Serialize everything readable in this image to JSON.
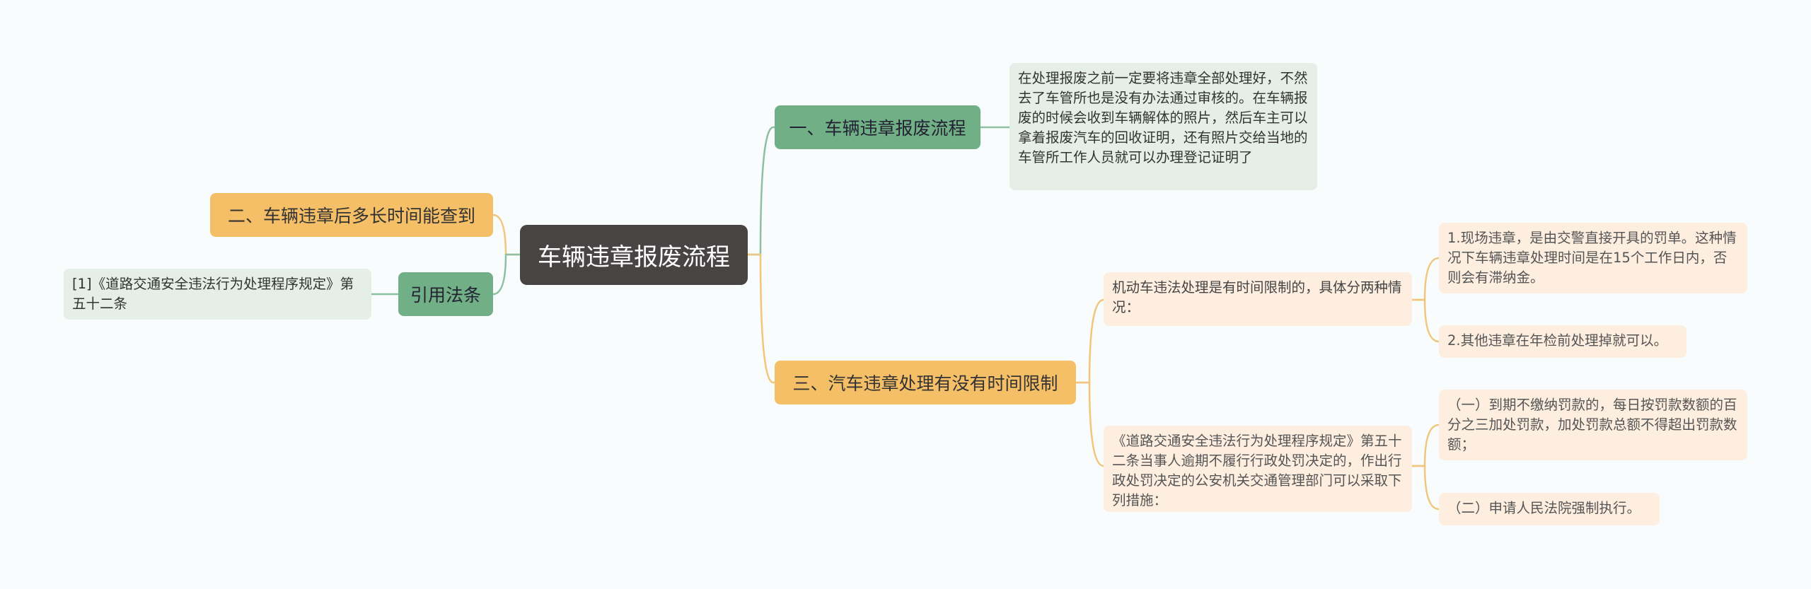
{
  "root": {
    "label": "车辆违章报废流程"
  },
  "branches": {
    "b1": {
      "label": "一、车辆违章报废流程",
      "note": "在处理报废之前一定要将违章全部处理好，不然去了车管所也是没有办法通过审核的。在车辆报废的时候会收到车辆解体的照片，然后车主可以拿着报废汽车的回收证明，还有照片交给当地的车管所工作人员就可以办理登记证明了"
    },
    "b2": {
      "label": "二、车辆违章后多长时间能查到"
    },
    "b3": {
      "label": "引用法条",
      "note": "[1]《道路交通安全违法行为处理程序规定》第五十二条"
    },
    "b4": {
      "label": "三、汽车违章处理有没有时间限制",
      "sub1": {
        "label": "机动车违法处理是有时间限制的，具体分两种情况：",
        "items": [
          "1.现场违章，是由交警直接开具的罚单。这种情况下车辆违章处理时间是在15个工作日内，否则会有滞纳金。",
          "2.其他违章在年检前处理掉就可以。"
        ]
      },
      "sub2": {
        "label": "《道路交通安全违法行为处理程序规定》第五十二条当事人逾期不履行行政处罚决定的，作出行政处罚决定的公安机关交通管理部门可以采取下列措施：",
        "items": [
          "（一）到期不缴纳罚款的，每日按罚款数额的百分之三加处罚款，加处罚款总额不得超出罚款数额；",
          "（二）申请人民法院强制执行。"
        ]
      }
    }
  },
  "colors": {
    "green_branch": "#71b086",
    "orange_branch": "#f5bf67",
    "center": "#484444",
    "green_note": "#e5efe8",
    "orange_note": "#fdeee0",
    "green_line": "#8cc0a0",
    "orange_line": "#f1c67c"
  }
}
